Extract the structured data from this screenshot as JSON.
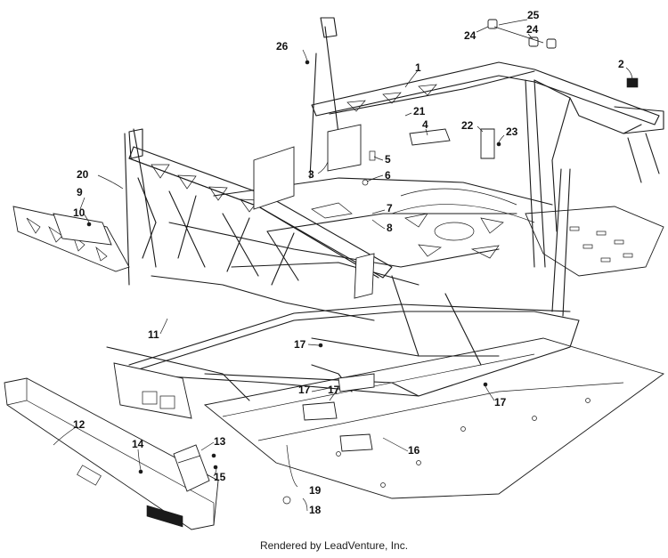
{
  "footer": {
    "text": "Rendered by LeadVenture, Inc."
  },
  "callouts": [
    "1",
    "2",
    "3",
    "4",
    "5",
    "6",
    "7",
    "8",
    "9",
    "10",
    "11",
    "12",
    "13",
    "14",
    "15",
    "16",
    "17",
    "17",
    "17",
    "17",
    "18",
    "19",
    "20",
    "21",
    "22",
    "23",
    "24",
    "24",
    "25",
    "26"
  ]
}
